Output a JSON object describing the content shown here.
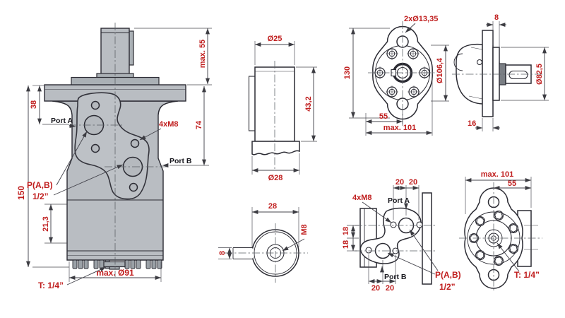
{
  "drawing_title": "hydraulic-motor-dimension-drawing",
  "colors": {
    "dimension_text": "#c01e1e",
    "label_text": "#17171d",
    "line": "#2b2b33",
    "body_fill": "#b9bdc2"
  },
  "front": {
    "d150": "150",
    "d38": "38",
    "d21_3": "21,3",
    "dmax55": "max. 55",
    "d74": "74",
    "dmax91": "max. Ø91",
    "t14": "T: 1/4”",
    "pab": "P(A,B)",
    "pab_size": "1/2”",
    "porta": "Port A",
    "portb": "Port B",
    "m8": "4xM8"
  },
  "shaft": {
    "d25": "Ø25",
    "d43_2": "43,2",
    "d28": "Ø28"
  },
  "shaft_end": {
    "d28": "28",
    "d8": "8",
    "m8": "M8"
  },
  "flange": {
    "holes": "2xØ13,35",
    "d130": "130",
    "d106": "Ø106,4",
    "d55": "55",
    "d101": "max. 101"
  },
  "flange_side": {
    "d8": "8",
    "d82": "Ø82,5",
    "d16": "16"
  },
  "ports": {
    "t20a": "20",
    "t20b": "20",
    "m8": "4xM8",
    "porta": "Port A",
    "d18a": "18",
    "d18b": "18",
    "portb": "Port B",
    "b20a": "20",
    "b20b": "20",
    "pab": "P(A,B)",
    "pab_size": "1/2”"
  },
  "rear": {
    "d101": "max. 101",
    "d55": "55",
    "t14": "T: 1/4”"
  }
}
